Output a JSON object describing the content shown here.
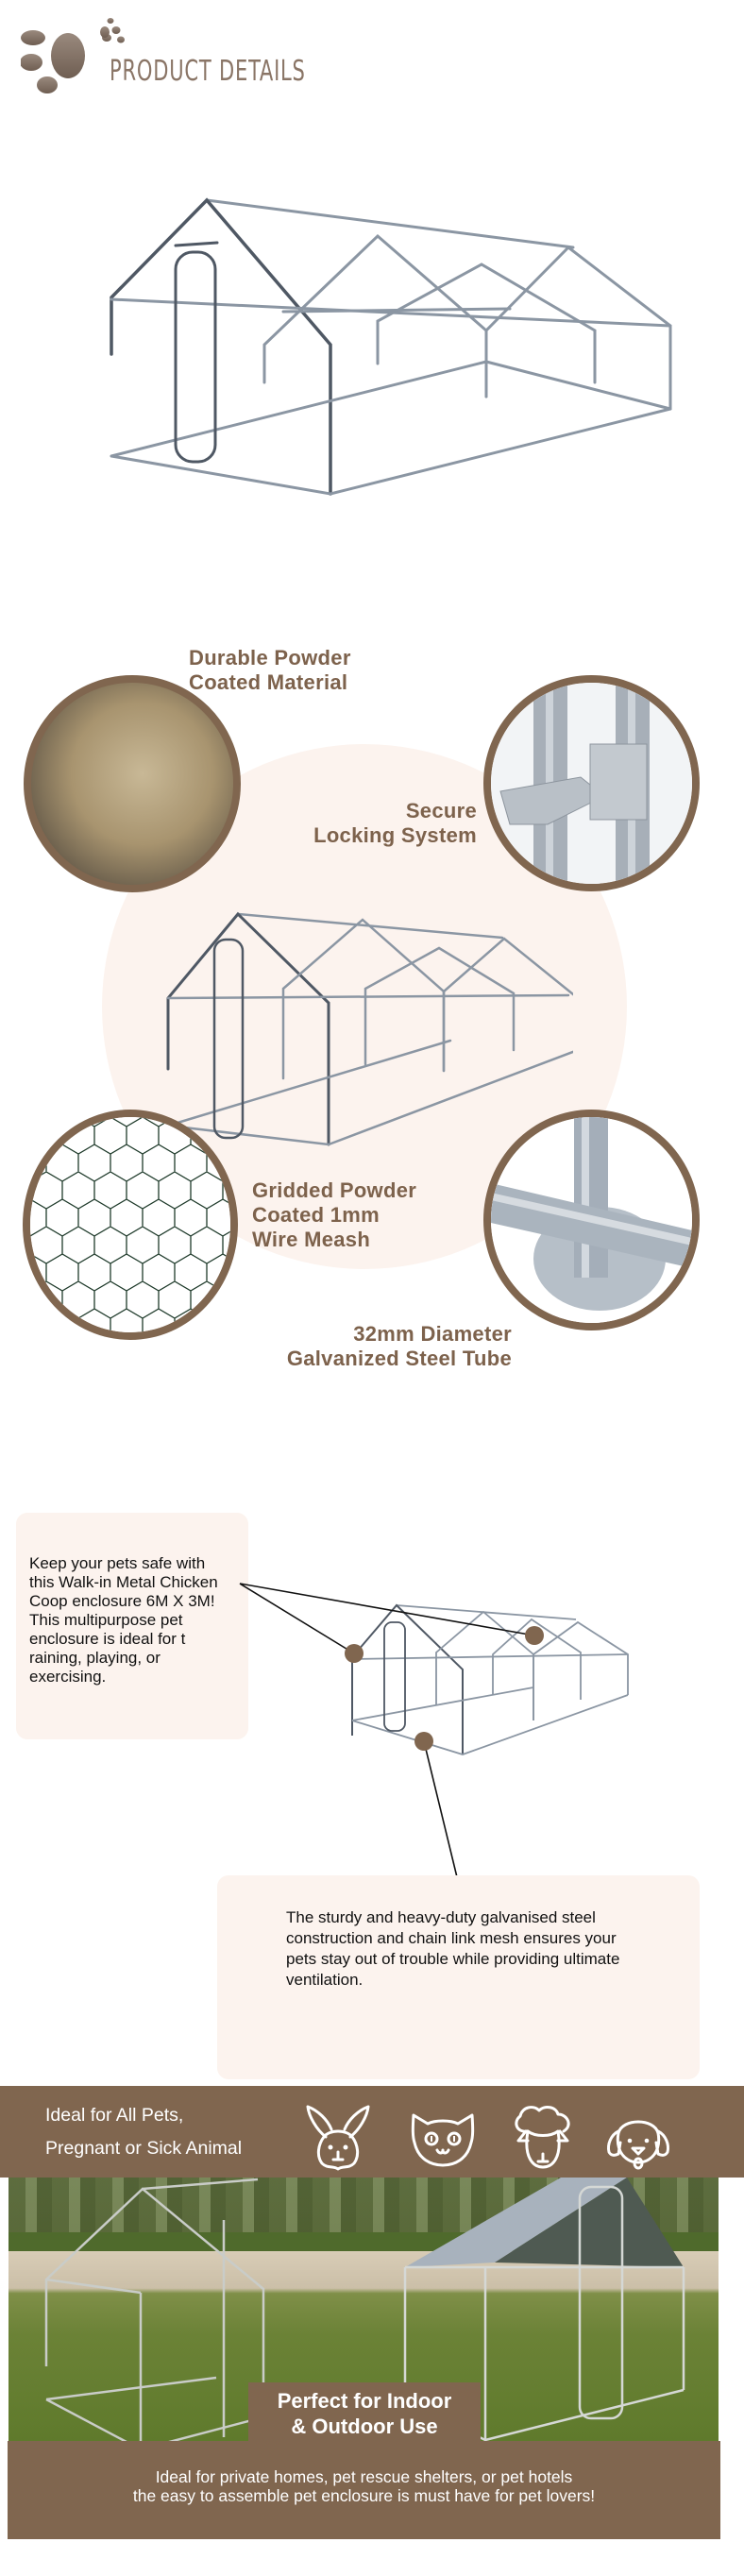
{
  "header": {
    "title": "PRODUCT DETAILS",
    "icon": "paw-print-icon"
  },
  "hero_image": {
    "alt": "Galvanized steel walk-in chicken coop frame"
  },
  "features": {
    "powder": {
      "line1": "Durable Powder",
      "line2": "Coated Material"
    },
    "lock": {
      "line1": "Secure",
      "line2": "Locking System"
    },
    "mesh": {
      "line1": "Gridded Powder",
      "line2": "Coated 1mm",
      "line3": "Wire Meash"
    },
    "tube": {
      "line1": "32mm Diameter",
      "line2": "Galvanized Steel Tube"
    }
  },
  "callouts": {
    "first": {
      "lines": [
        "Keep your pets safe with",
        "this Walk-in Metal Chicken",
        "Coop enclosure 6M X 3M!",
        "This multipurpose pet",
        "enclosure is ideal for t",
        "raining, playing, or",
        "exercising."
      ]
    },
    "second": {
      "lines": [
        "The sturdy and heavy-duty galvanised steel",
        "construction and chain link mesh ensures your",
        "pets stay out of trouble while providing ultimate",
        "ventilation."
      ]
    }
  },
  "pets_banner": {
    "line1": "Ideal for All Pets,",
    "line2": "Pregnant or Sick Animal",
    "icons": [
      "rabbit-icon",
      "cat-icon",
      "sheep-icon",
      "dog-icon"
    ]
  },
  "usage": {
    "badge_line1": "Perfect for Indoor",
    "badge_line2": "& Outdoor Use",
    "footer_line1": "Ideal for private homes, pet rescue shelters, or pet hotels",
    "footer_line2": "the easy to assemble pet enclosure is must have for pet lovers!"
  },
  "colors": {
    "brand_brown": "#80664f",
    "text_brown": "#7d624c",
    "beige": "#fcf3ee",
    "paw_gray": "#8a7566"
  }
}
